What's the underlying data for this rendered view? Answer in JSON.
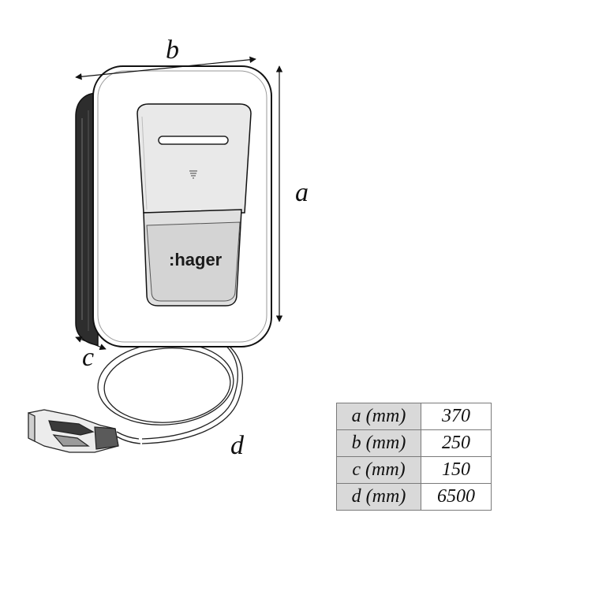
{
  "diagram": {
    "brand": ":hager",
    "dimension_letters": {
      "a": "a",
      "b": "b",
      "c": "c",
      "d": "d"
    }
  },
  "dimensions_table": {
    "rows": [
      {
        "label": "a (mm)",
        "value": "370"
      },
      {
        "label": "b (mm)",
        "value": "250"
      },
      {
        "label": "c (mm)",
        "value": "150"
      },
      {
        "label": "d (mm)",
        "value": "6500"
      }
    ]
  }
}
